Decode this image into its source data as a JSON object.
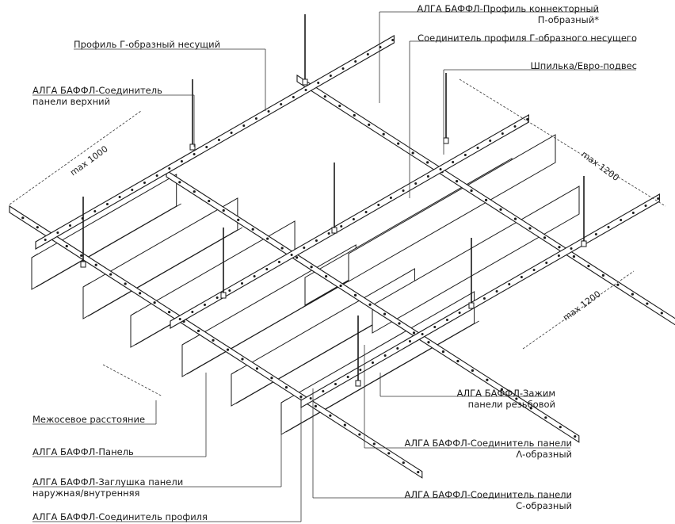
{
  "labels": {
    "connector_profile": {
      "line1": "АЛГА БАФФЛ-Профиль коннекторный",
      "line2": "П-образный*"
    },
    "g_profile_connector": "Соединитель профиля Г-образного несущего",
    "stud": "Шпилька/Евро-подвес",
    "g_profile": "Профиль Г-образный несущий",
    "top_connector": {
      "line1": "АЛГА БАФФЛ-Соединитель",
      "line2": "панели верхний"
    },
    "clamp": {
      "line1": "АЛГА БАФФЛ-Зажим",
      "line2": "панели резьбовой"
    },
    "lambda_connector": {
      "line1": "АЛГА БАФФЛ-Соединитель панели",
      "line2": "Λ-образный"
    },
    "c_connector": {
      "line1": "АЛГА БАФФЛ-Соединитель панели",
      "line2": "С-образный"
    },
    "spacing": "Межосевое расстояние",
    "panel": "АЛГА БАФФЛ-Панель",
    "end_cap": {
      "line1": "АЛГА БАФФЛ-Заглушка панели",
      "line2": "наружная/внутренняя"
    },
    "profile_connector": "АЛГА БАФФЛ-Соединитель профиля"
  },
  "dimensions": {
    "d1000": "max 1000",
    "d1200_top": "max 1200",
    "d1200_right": "max 1200"
  },
  "colors": {
    "line": "#1a1a1a",
    "panel_fill": "#ffffff",
    "dim": "#333333"
  }
}
